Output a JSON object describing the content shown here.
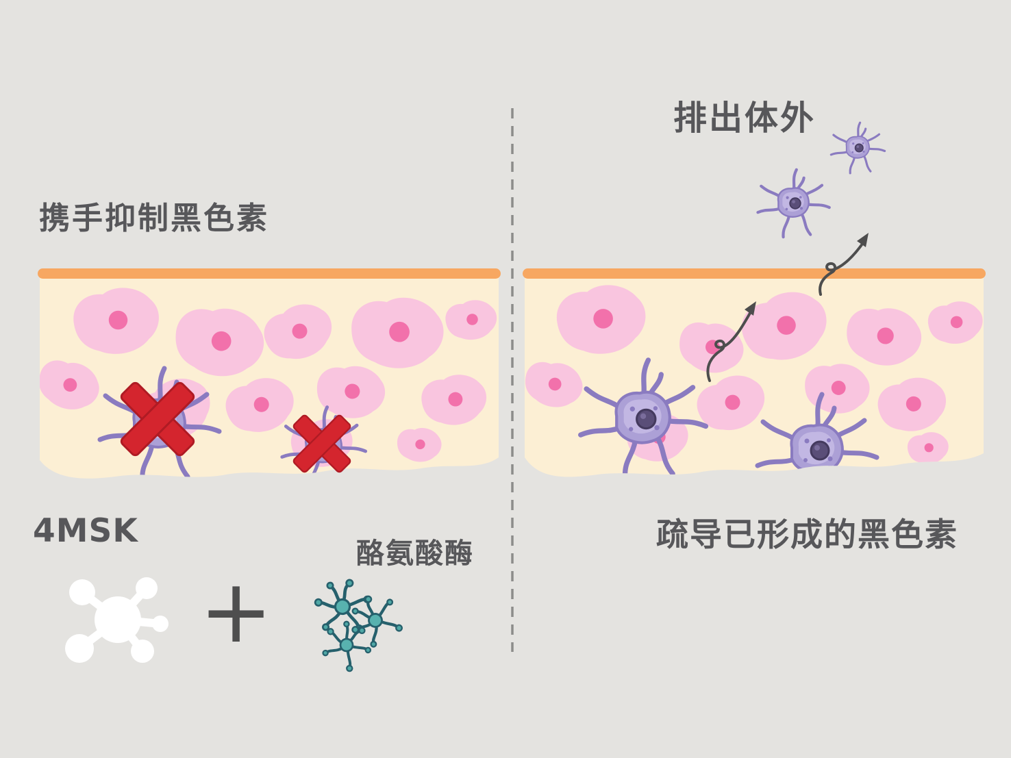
{
  "diagram": {
    "left": {
      "title": "携手抑制黑色素",
      "molecule_label": "4MSK",
      "plus_sign": "+",
      "enzyme_label": "酪氨酸酶"
    },
    "right": {
      "title": "排出体外",
      "caption": "疏导已形成的黑色素"
    }
  },
  "palette": {
    "background": "#e4e3e0",
    "text": "#57575a",
    "skin_surface": "#f7a761",
    "skin": "#fcefd4",
    "cell_body": "#f9c5df",
    "cell_nucleus": "#f271ab",
    "melanocyte_body": "#aca0d6",
    "melanocyte_outline": "#8a7bc0",
    "melanocyte_nucleus": "#5a4e78",
    "cross_red": "#d4252e",
    "enzyme_teal": "#4fa8a6",
    "enzyme_outline": "#26606c",
    "molecule_white": "#ffffff",
    "arrow_gray": "#4d4d4d",
    "divider_gray": "#8c8c8a"
  }
}
